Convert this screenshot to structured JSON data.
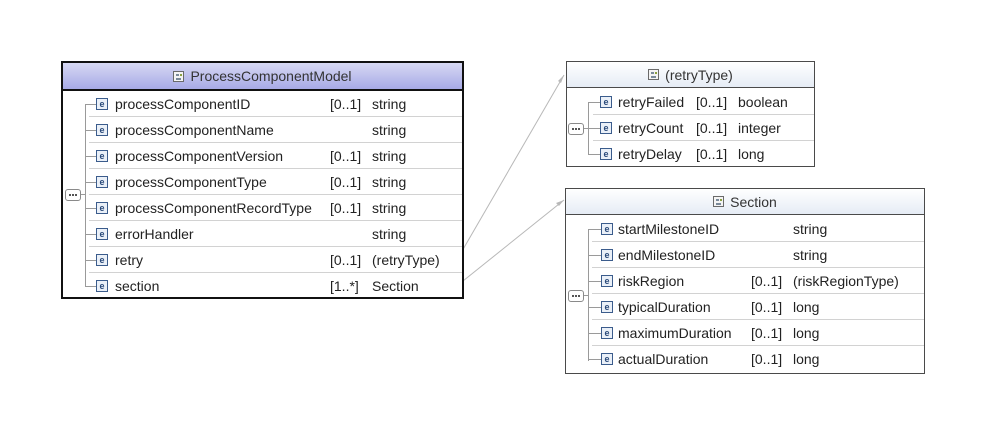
{
  "boxes": {
    "process": {
      "title": "ProcessComponentModel",
      "rows": [
        {
          "name": "processComponentID",
          "card": "[0..1]",
          "type": "string"
        },
        {
          "name": "processComponentName",
          "card": "",
          "type": "string"
        },
        {
          "name": "processComponentVersion",
          "card": "[0..1]",
          "type": "string"
        },
        {
          "name": "processComponentType",
          "card": "[0..1]",
          "type": "string"
        },
        {
          "name": "processComponentRecordType",
          "card": "[0..1]",
          "type": "string"
        },
        {
          "name": "errorHandler",
          "card": "",
          "type": "string"
        },
        {
          "name": "retry",
          "card": "[0..1]",
          "type": "(retryType)"
        },
        {
          "name": "section",
          "card": "[1..*]",
          "type": "Section"
        }
      ]
    },
    "retryType": {
      "title": "(retryType)",
      "rows": [
        {
          "name": "retryFailed",
          "card": "[0..1]",
          "type": "boolean"
        },
        {
          "name": "retryCount",
          "card": "[0..1]",
          "type": "integer"
        },
        {
          "name": "retryDelay",
          "card": "[0..1]",
          "type": "long"
        }
      ]
    },
    "section": {
      "title": "Section",
      "rows": [
        {
          "name": "startMilestoneID",
          "card": "",
          "type": "string"
        },
        {
          "name": "endMilestoneID",
          "card": "",
          "type": "string"
        },
        {
          "name": "riskRegion",
          "card": "[0..1]",
          "type": "(riskRegionType)"
        },
        {
          "name": "typicalDuration",
          "card": "[0..1]",
          "type": "long"
        },
        {
          "name": "maximumDuration",
          "card": "[0..1]",
          "type": "long"
        },
        {
          "name": "actualDuration",
          "card": "[0..1]",
          "type": "long"
        }
      ]
    }
  },
  "element_icon_glyph": "e",
  "colors": {
    "main_header_top": "#d7d8f3",
    "main_header_bottom": "#a7aae6",
    "connector": "#b8b8b8",
    "element_icon_border": "#3b5c8c"
  }
}
